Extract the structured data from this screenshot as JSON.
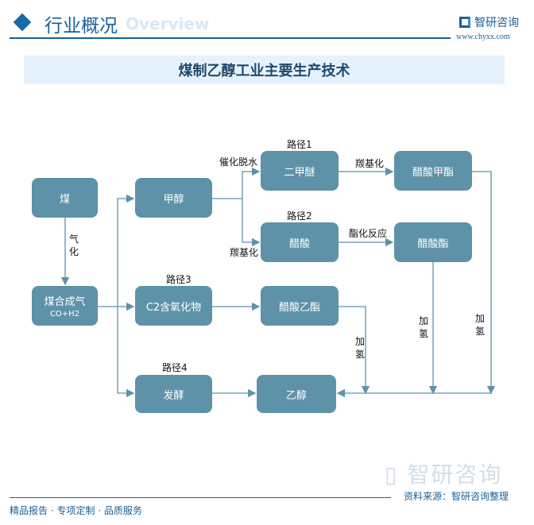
{
  "header": {
    "title": "行业概况",
    "title_en": "Overview",
    "brand": "智研咨询",
    "url": "www.chyxx.com"
  },
  "diagram_title": "煤制乙醇工业主要生产技术",
  "nodes": {
    "coal": "煤",
    "syngas": "煤合成气",
    "syngas_sub": "CO+H2",
    "methanol": "甲醇",
    "dme": "二甲醚",
    "methyl_acetate": "醋酸甲酯",
    "acetic_acid": "醋酸",
    "acetate": "醋酸酯",
    "c2": "C2含氧化物",
    "ethyl_acetate": "醋酸乙酯",
    "ferment": "发酵",
    "ethanol": "乙醇"
  },
  "labels": {
    "route1": "路径1",
    "route2": "路径2",
    "route3": "路径3",
    "route4": "路径4",
    "gasify": "气化",
    "dehydrate": "催化脱水",
    "carbonyl1": "羰基化",
    "carbonyl2": "羰基化",
    "esterify": "酯化反应",
    "hydro1": "加氢",
    "hydro2": "加氢",
    "hydro3": "加氢"
  },
  "footer": {
    "slogan": "精品报告 · 专项定制 · 品质服务",
    "source": "资料来源：智研咨询整理"
  },
  "colors": {
    "primary": "#1a5f96",
    "node": "#5e92a8",
    "title_bg": "#e6f2fb"
  }
}
